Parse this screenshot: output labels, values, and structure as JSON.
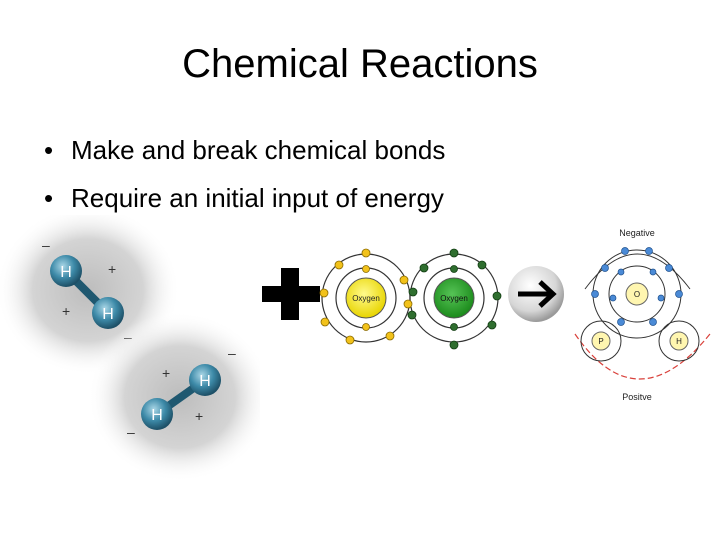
{
  "slide": {
    "title": "Chemical Reactions",
    "bullets": [
      "Make and break chemical bonds",
      "Require an initial input of energy"
    ]
  },
  "figure_hydrogen": {
    "atom_label": "H",
    "charge_plus": "+",
    "charge_minus": "–"
  },
  "figure_oxygen": {
    "plus_icon": "plus-icon",
    "atom_left_label": "Oxygen",
    "atom_right_label": "Oxygen",
    "arrow_icon": "right-arrow-icon",
    "left_color": "#f4e81c",
    "right_color": "#2aa32a"
  },
  "figure_water": {
    "top_label": "Negative",
    "bottom_label": "Positve",
    "atom_top_label": "O",
    "atom_left_label": "P",
    "atom_right_label": "H"
  }
}
